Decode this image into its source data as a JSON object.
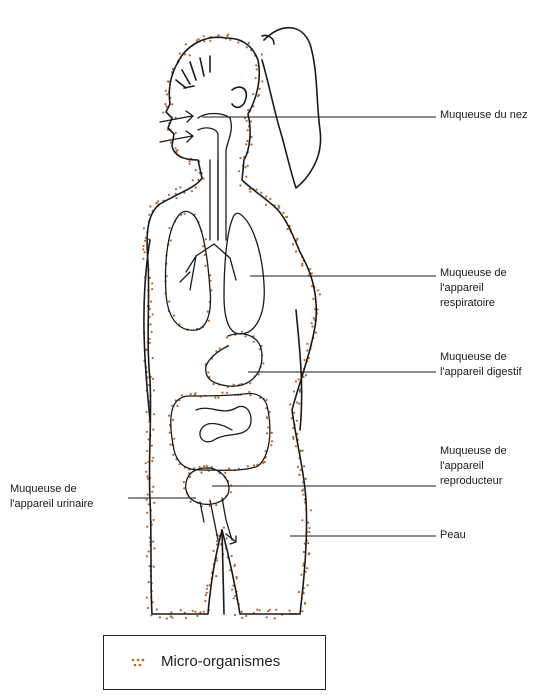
{
  "labels": {
    "nose": "Muqueuse du nez",
    "respiratory": "Muqueuse de\nl'appareil\nrespiratoire",
    "digestive": "Muqueuse de\nl'appareil digestif",
    "reproductive": "Muqueuse de\nl'appareil\nreproducteur",
    "skin": "Peau",
    "urinary": "Muqueuse de\nl'appareil urinaire"
  },
  "legend": {
    "label": "Micro-organismes",
    "dot_color": "#b5652a"
  },
  "colors": {
    "outline": "#1a1a1a",
    "microbe_dots": "#b5652a"
  }
}
